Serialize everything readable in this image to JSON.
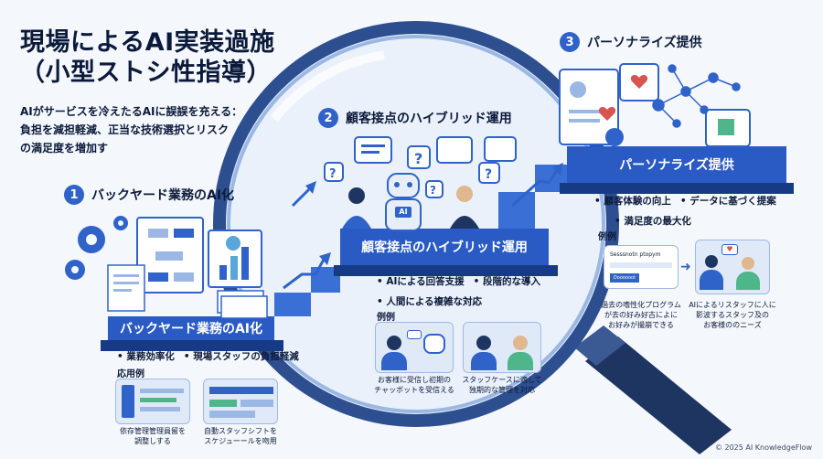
{
  "title": {
    "line1": "現場によるAI実装過施",
    "line2": "（小型ストシ性指導）"
  },
  "intro": {
    "line1": "AIがサービスを冷えたるAIに誤誤を充える：",
    "line2": "負担を減担軽減、正当な技術選択とリスク",
    "line3": "の満足度を増加す"
  },
  "steps": [
    {
      "num": "1",
      "heading": "バックヤード業務のAI化",
      "banner": "バックヤード業務のAI化",
      "bullets": [
        "業務効率化",
        "現場スタッフの負担軽減"
      ],
      "examples_label": "応用例",
      "examples": [
        {
          "caption1": "依存管理管理員留を",
          "caption2": "調整しする"
        },
        {
          "caption1": "自動スタッフシフトを",
          "caption2": "スケジューールを吻用"
        }
      ]
    },
    {
      "num": "2",
      "heading": "顧客接点のハイブリッド運用",
      "banner": "顧客接点のハイブリッド運用",
      "bullets": [
        "AIによる回答支援",
        "段階的な導入",
        "人間による複雑な対応"
      ],
      "examples_label": "例例",
      "robot_badge": "AI",
      "examples": [
        {
          "caption1": "お客様に受信し初期の",
          "caption2": "チャッボットを受信える"
        },
        {
          "caption1": "スタッフケースに適して",
          "caption2": "独期的な管理を対応"
        }
      ]
    },
    {
      "num": "3",
      "heading": "パーソナライズ提供",
      "banner": "パーソナライズ提供",
      "bullets": [
        "顧客体験の向上",
        "データに基づく提案",
        "満足度の最大化"
      ],
      "examples_label": "例例",
      "screen_text": "Sesssnotn ptopym",
      "screen_button": "Doooooot",
      "examples": [
        {
          "caption1": "過去の嗜性化プログラム",
          "caption2": "が去の好み好古によに",
          "caption3": "お好みが撮崩できる"
        },
        {
          "caption1": "AIによるリスタッフに人に",
          "caption2": "影波するスタッフ及の",
          "caption3": "お客様ののニーズ"
        }
      ]
    }
  ],
  "footer": "© 2025 AI KnowledgeFlow",
  "colors": {
    "navy": "#0b1a3a",
    "primary": "#2f63c9",
    "stair": "#2a5bc4",
    "stairDark": "#1d3f91",
    "lens": "#e7eef9"
  },
  "icons": [
    "gear-icon",
    "flowchart-icon",
    "document-icon",
    "chart-icon",
    "chat-bubble-icon",
    "question-icon",
    "robot-icon",
    "person-icon",
    "profile-card-icon",
    "heart-icon",
    "network-icon",
    "magnifying-glass-icon",
    "trend-arrow-icon"
  ]
}
